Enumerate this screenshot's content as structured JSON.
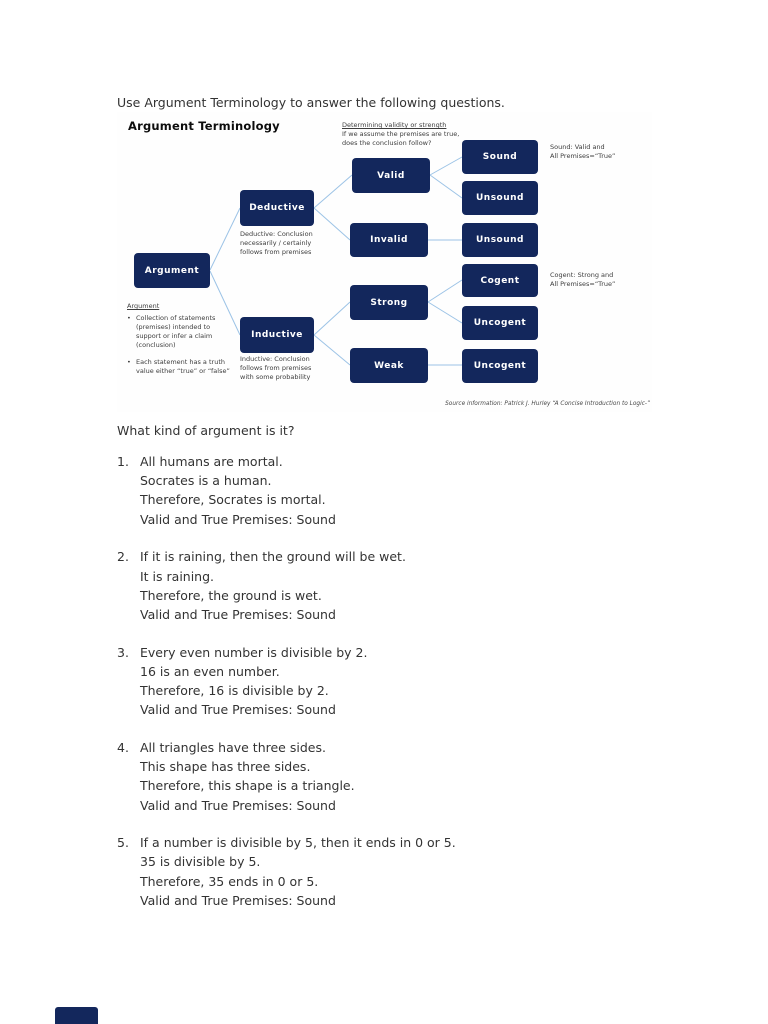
{
  "colors": {
    "node_navy": "#13275c",
    "connector_blue": "#9cc3e6",
    "body_text": "#333333"
  },
  "page": {
    "instruction": "Use Argument Terminology to answer the following questions.",
    "question_prompt": "What kind of argument is it?"
  },
  "diagram": {
    "title": "Argument Terminology",
    "top_note": {
      "heading": "Determining validity or strength",
      "line1": "If we assume the premises are true,",
      "line2": "does the conclusion follow?"
    },
    "nodes": {
      "argument": "Argument",
      "deductive": "Deductive",
      "inductive": "Inductive",
      "valid": "Valid",
      "invalid": "Invalid",
      "strong": "Strong",
      "weak": "Weak",
      "sound": "Sound",
      "unsound1": "Unsound",
      "unsound2": "Unsound",
      "cogent": "Cogent",
      "uncogent1": "Uncogent",
      "uncogent2": "Uncogent"
    },
    "notes": {
      "sound_line1": "Sound:  Valid and",
      "sound_line2": "All Premises=“True”",
      "cogent_line1": "Cogent: Strong and",
      "cogent_line2": "All Premises=“True”",
      "deductive_line1": "Deductive: Conclusion",
      "deductive_line2": "necessarily / certainly",
      "deductive_line3": "follows from premises",
      "inductive_line1": "Inductive: Conclusion",
      "inductive_line2": "follows from premises",
      "inductive_line3": "with some probability",
      "argument_heading": "Argument",
      "argument_bullet1": "Collection of statements (premises) intended to support or infer a claim (conclusion)",
      "argument_bullet2": "Each statement has a truth value either “true” or “false”",
      "bullet_glyph": "•"
    },
    "source": "Source information:  Patrick J. Hurley “A Concise Introduction to Logic-”"
  },
  "questions": [
    {
      "number": "1.",
      "lines": [
        "All humans are mortal.",
        "Socrates is a human.",
        "Therefore, Socrates is mortal.",
        "Valid and True Premises: Sound"
      ]
    },
    {
      "number": "2.",
      "lines": [
        "If it is raining, then the ground will be wet.",
        "It is raining.",
        "Therefore, the ground is wet.",
        "Valid and True Premises: Sound"
      ]
    },
    {
      "number": "3.",
      "lines": [
        "Every even number is divisible by 2.",
        "16 is an even number.",
        "Therefore, 16 is divisible by 2.",
        "Valid and True Premises: Sound"
      ]
    },
    {
      "number": "4.",
      "lines": [
        "All triangles have three sides.",
        "This shape has three sides.",
        "Therefore, this shape is a triangle.",
        "Valid and True Premises: Sound"
      ]
    },
    {
      "number": "5.",
      "lines": [
        "If a number is divisible by 5, then it ends in 0 or 5.",
        "35 is divisible by 5.",
        "Therefore, 35 ends in 0 or 5.",
        "Valid and True Premises: Sound"
      ]
    }
  ]
}
